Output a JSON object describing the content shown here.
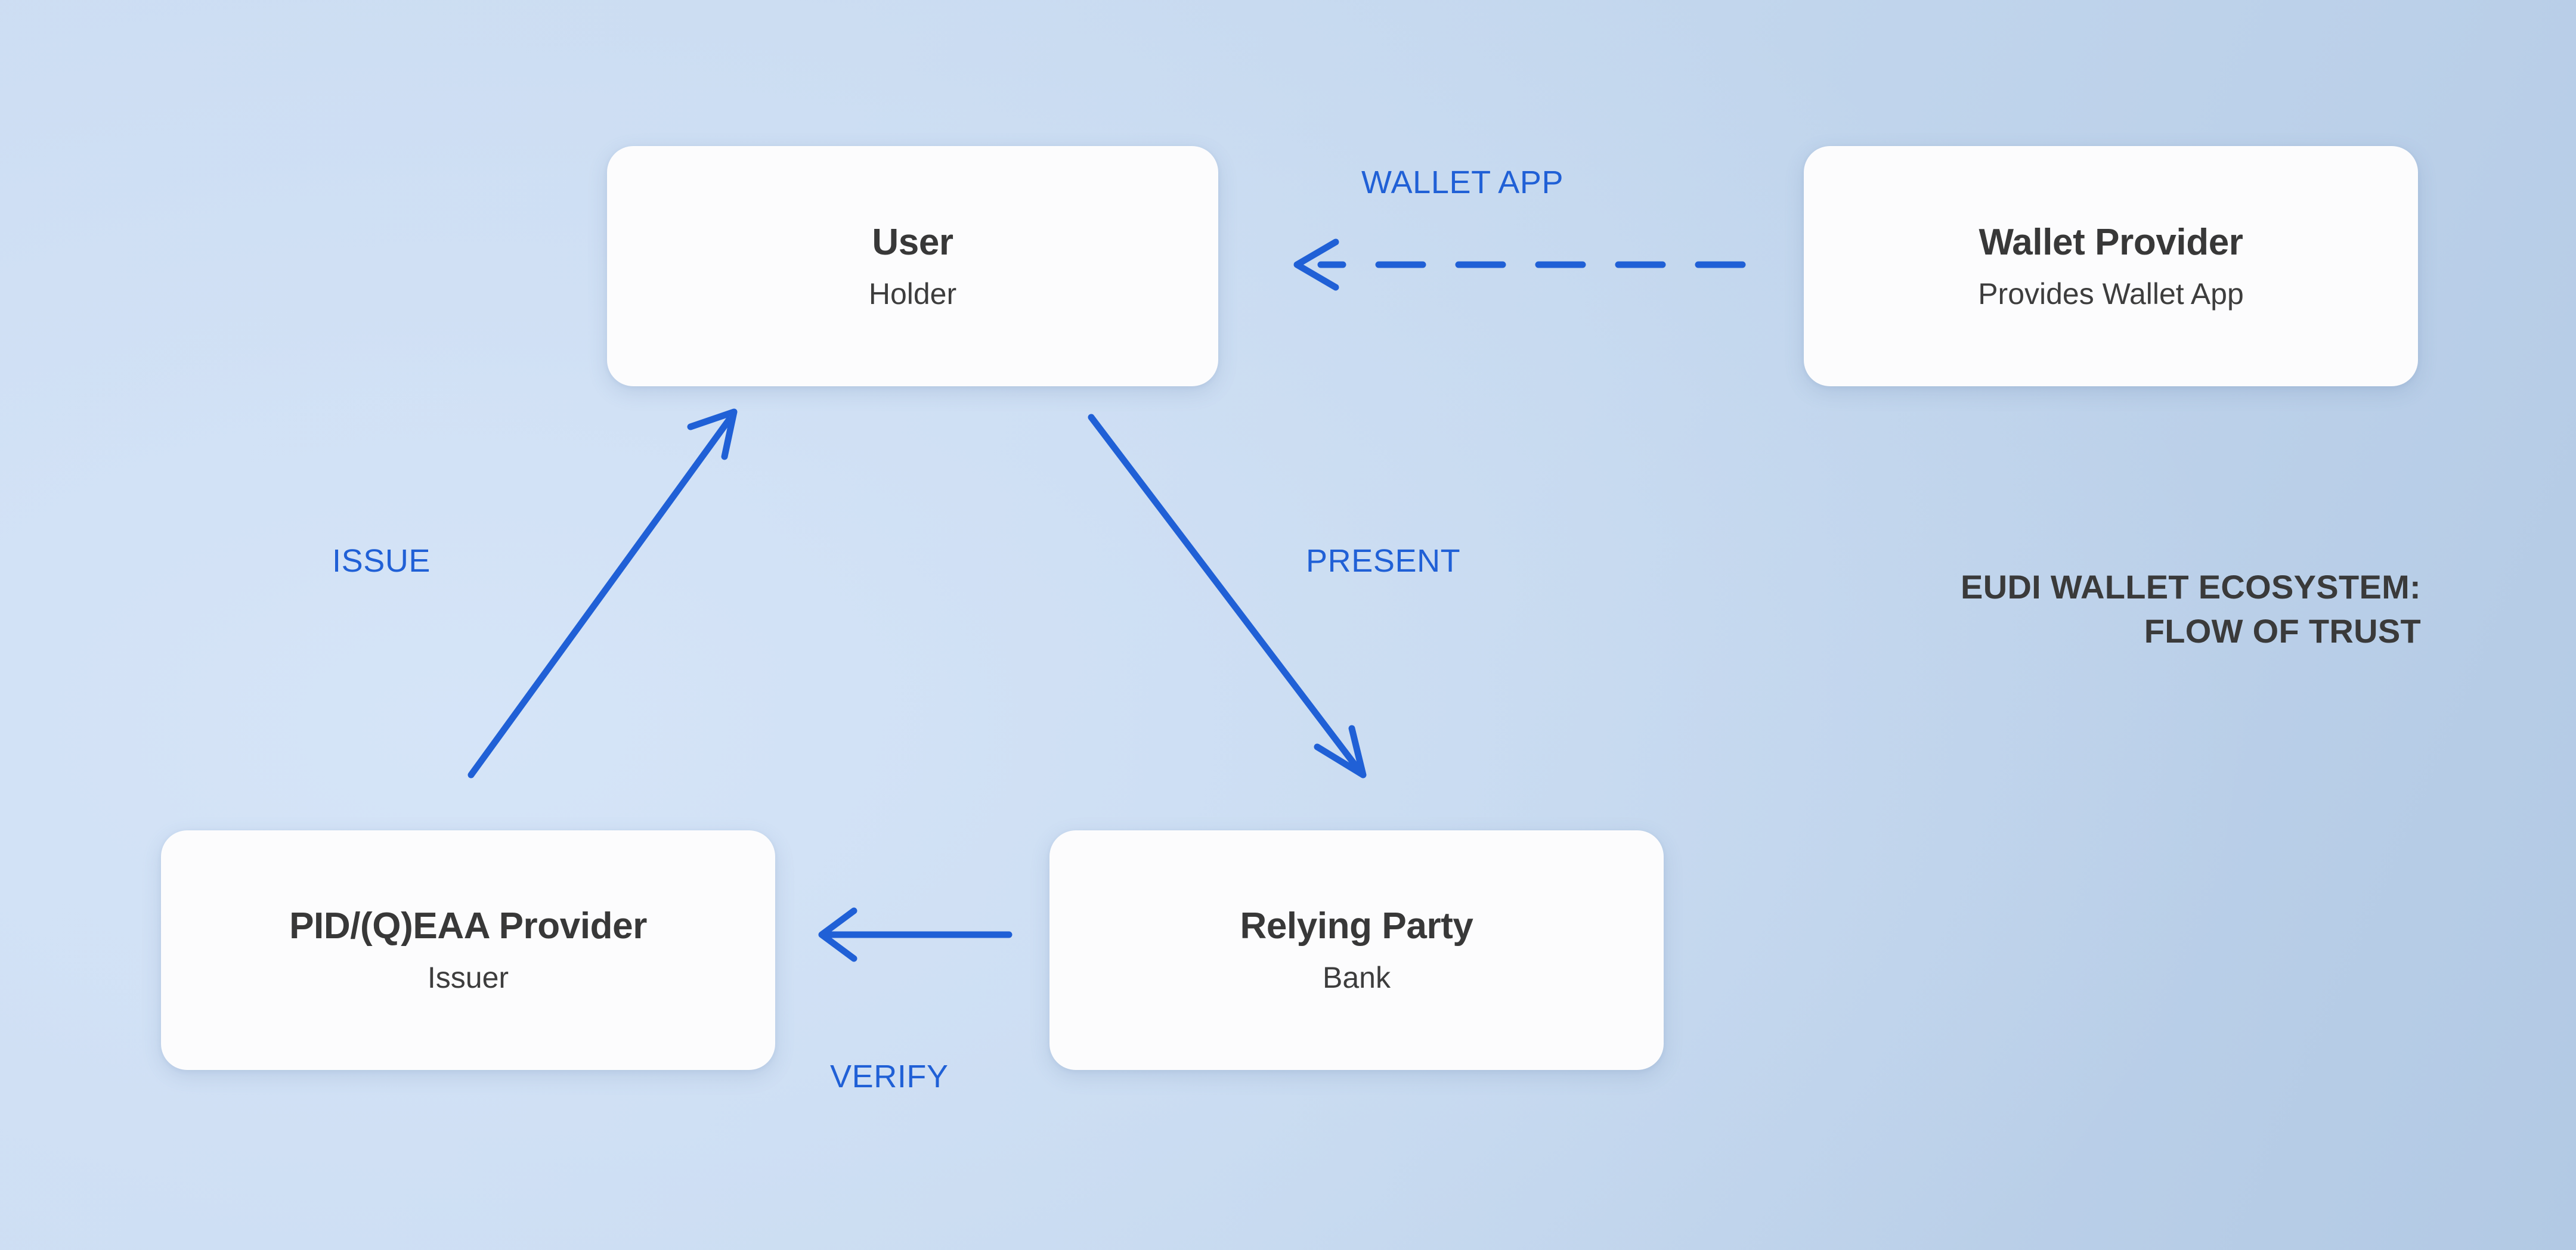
{
  "diagram": {
    "headline_line1": "EUDI WALLET ECOSYSTEM:",
    "headline_line2": "FLOW OF TRUST",
    "accent_color": "#2060d6",
    "text_color": "#383838",
    "card_color": "#fcfcfd",
    "background_colors": [
      "#cadbf1",
      "#b2c9e4"
    ],
    "nodes": [
      {
        "id": "user",
        "title": "User",
        "subtitle": "Holder"
      },
      {
        "id": "wallet",
        "title": "Wallet Provider",
        "subtitle": "Provides Wallet App"
      },
      {
        "id": "provider",
        "title": "PID/(Q)EAA Provider",
        "subtitle": "Issuer"
      },
      {
        "id": "relying",
        "title": "Relying Party",
        "subtitle": "Bank"
      }
    ],
    "edges": [
      {
        "id": "wallet-app",
        "label": "WALLET APP",
        "from": "wallet",
        "to": "user",
        "style": "dashed",
        "direction": "left"
      },
      {
        "id": "issue",
        "label": "ISSUE",
        "from": "provider",
        "to": "user",
        "style": "solid",
        "direction": "up-right"
      },
      {
        "id": "present",
        "label": "PRESENT",
        "from": "user",
        "to": "relying",
        "style": "solid",
        "direction": "down-right"
      },
      {
        "id": "verify",
        "label": "VERIFY",
        "from": "relying",
        "to": "provider",
        "style": "solid",
        "direction": "left"
      }
    ]
  }
}
